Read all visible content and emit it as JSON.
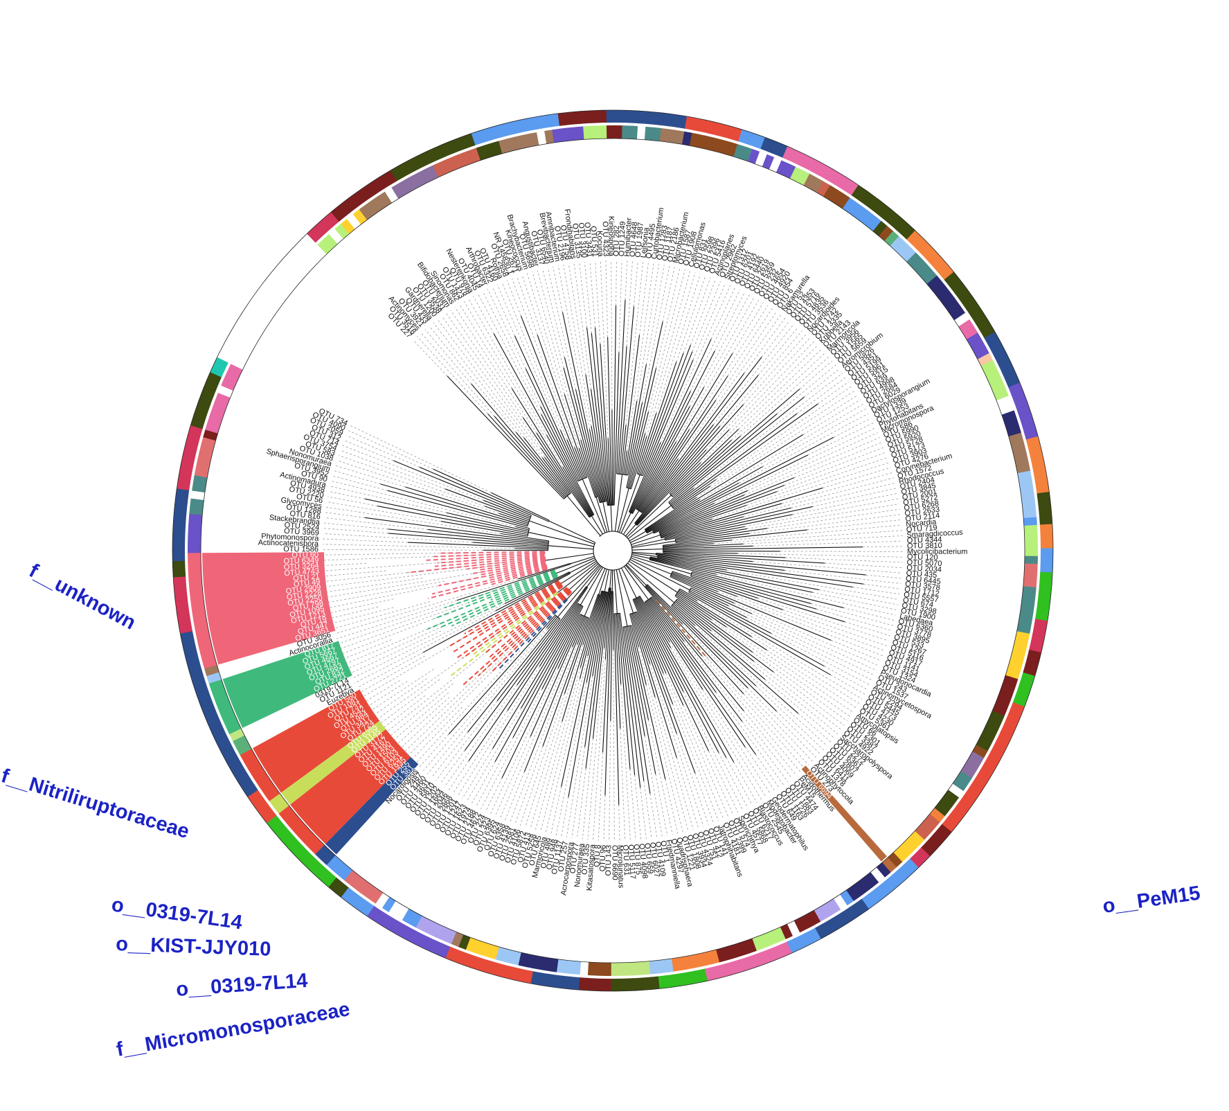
{
  "colors": {
    "unknown": "#ef6678",
    "nitriliruptoraceae": "#3fba7c",
    "order_0319_a": "#e84a3a",
    "kist": "#c8de5a",
    "order_0319_b": "#e84a3a",
    "micromonosporaceae": "#2c4e8e",
    "pem15": "#b86a3c",
    "family_palette": [
      "#5b9bf0",
      "#8c4a1e",
      "#7a1f1e",
      "#cc6150",
      "#a0785c",
      "#e07070",
      "#5bb07a",
      "#3d4a10",
      "#9cc7f5",
      "#b7f07a",
      "#f5823c",
      "#ffd12e",
      "#b0a3ee",
      "#6a52c8",
      "#fac8a5",
      "#c0e682",
      "#e86aa6",
      "#4a8a88",
      "#8a6fa0",
      "#2b2b70"
    ],
    "order_palette": [
      "#5b9bf0",
      "#d4355a",
      "#6a52c8",
      "#7a1f1e",
      "#e84a3a",
      "#3d4a10",
      "#e86aa6",
      "#20c7b0",
      "#30c020",
      "#2c4e8e",
      "#f5823c",
      "#5bb07a"
    ]
  },
  "clade_labels": [
    {
      "key": "unknown",
      "text": "f__unknown"
    },
    {
      "key": "nitriliruptoraceae",
      "text": "f__Nitriliruptoraceae"
    },
    {
      "key": "order_0319_a",
      "text": "o__0319-7L14"
    },
    {
      "key": "kist",
      "text": "o__KIST-JJY010"
    },
    {
      "key": "order_0319_b",
      "text": "o__0319-7L14"
    },
    {
      "key": "micromonosporaceae",
      "text": "f__Micromonosporaceae"
    },
    {
      "key": "pem15",
      "text": "o__PeM15"
    }
  ],
  "clades": [
    {
      "key": "unknown",
      "tips": [
        "OTU 60",
        "OTU 6349",
        "OTU 3264",
        "OTU 4743",
        "OTU 21",
        "OTU 49",
        "OTU 2909",
        "OTU 2228",
        "OTU 2250",
        "OTU 798",
        "OTU 1095",
        "OTU 1213",
        "OTU 19",
        "OTU 447",
        "OTU 3651"
      ]
    },
    {
      "key": "nitriliruptoraceae",
      "tips": [
        "OTU 817",
        "OTU 5667",
        "OTU 4667",
        "OTU 4797",
        "OTU 2683",
        "OTU 832",
        "OTU 2721"
      ]
    },
    {
      "key": "order_0319_a",
      "tips": [
        "OTU 560",
        "OTU 1081",
        "OTU 731",
        "OTU 4542",
        "OTU 984",
        "OTU 3417",
        "OTU 724"
      ]
    },
    {
      "key": "kist",
      "tips": [
        "OTU 6355",
        "OTU 1145"
      ]
    },
    {
      "key": "order_0319_b",
      "tips": [
        "OTU 3172",
        "OTU 4167",
        "OTU 1490",
        "OTU 1503",
        "OTU 6103",
        "OTU 6251",
        "OTU 1935"
      ]
    },
    {
      "key": "micromonosporaceae",
      "tips": [
        "OTU 255",
        "OTU 361"
      ]
    },
    {
      "key": "pem15",
      "tips": [
        "OTU 6694"
      ]
    }
  ],
  "tips": [
    "OTU 227",
    "OTU 3518",
    "Actinomyces",
    "OTU 3921",
    "OTU 433",
    "Gardnerella",
    "OTU 1200",
    "OTU 3538",
    "OTU 2031",
    "Bifidobacterium",
    "Sinomonas",
    "OTU 862",
    "OTU 1423",
    "OTU 978",
    "Nesterenkonia",
    "OTU 4045",
    "OTU 14",
    "Arthrobacter",
    "OTU 6322",
    "OTU 4160",
    "Rothia",
    "OTU 2658",
    "NR 145830.1",
    "OTU 2671",
    "Kineococcus",
    "Brachybacterium",
    "OTU 5698",
    "Angustibacter",
    "OTU 3137",
    "OTU 6540",
    "Brevibacterium",
    "Amnibacterium",
    "OTU 2196",
    "OTU 4758",
    "Frondihabitans",
    "OTU 3135",
    "OTU 3100",
    "OTU 3431",
    "OTU 531",
    "Kocuria",
    "OTU 4323",
    "Kineosporia",
    "OTU 282",
    "OTU 1249",
    "Humibacter",
    "OTU 4648",
    "OTU 1987",
    "Leifsonia",
    "OTU 4495",
    "Curtobacterium",
    "OTU 1283",
    "OTU 1187",
    "OTU 2186",
    "Microbacterium",
    "OTU 1587",
    "OTU 1908",
    "Cellulomonas",
    "OTU 831",
    "OTU 2598",
    "OTU 2396",
    "OTU 5416",
    "Actinoplanes",
    "OTU 2962",
    "Streptomyces",
    "OTU 1312",
    "OTU 6201",
    "OTU 4192",
    "OTU 6440",
    "OTU 2619",
    "OTU 5359",
    "OTU 232",
    "OTU 4654",
    "OTU 4920",
    "OTU 854",
    "OTU 6",
    "Nakamurella",
    "OTU 52",
    "OTU 4353",
    "OTU 5716",
    "OTU 4835",
    "OTU 3536",
    "Nocardioides",
    "OTU 1742",
    "OTU 3335",
    "Kribbella",
    "OTU 2143",
    "Marmoricola",
    "OTU 3956",
    "OTU 1565",
    "OTU 5659",
    "Aeromicrobium",
    "OTU 5826",
    "OTU 4351",
    "OTU 5199",
    "OTU 5961",
    "OTU 3215",
    "OTU 639",
    "OTU 4998",
    "OTU 2684",
    "OTU 6029",
    "Dactylosporangium",
    "OTU 1339",
    "OTU 1253",
    "Phytohabitans",
    "Micromonospora",
    "OTU 586",
    "OTU 5990",
    "OTU 5920",
    "OTU 5728",
    "OTU 5173",
    "OTU 3903",
    "OTU 4276",
    "Corynebacterium",
    "OTU 1572",
    "Rhodococcus",
    "OTU 2404",
    "OTU 3845",
    "OTU 2001",
    "OTU 5272",
    "OTU 6268",
    "OTU 2633",
    "OTU 2114",
    "Nocardia",
    "OTU 719",
    "Smaragdicoccus",
    "OTU 4344",
    "OTU 3810",
    "Mycolicibacterium",
    "OTU 120",
    "OTU 5070",
    "OTU 2034",
    "OTU 435",
    "OTU 6445",
    "OTU 3578",
    "OTU 1712",
    "OTU 5557",
    "OTU 674",
    "OTU 3298",
    "OTU 1900",
    "Labedaea",
    "OTU 6360",
    "OTU 3778",
    "OTU 3895",
    "OTU 533",
    "OTU 1267",
    "OTU 5116",
    "OTU 4917",
    "OTU 1141",
    "OTU 3154",
    "OTU 1324",
    "Pseudonocardia",
    "OTU 243",
    "OTU 1537",
    "Actinomycetospora",
    "OTU 2294",
    "OTU 5445",
    "OTU 4773",
    "OTU 4230",
    "OTU 5361",
    "Amycolatopsis",
    "OTU 66",
    "OTU 2301",
    "OTU 3387",
    "OTU 4922",
    "Saccharopolyspora",
    "OTU 2272",
    "OTU 6361",
    "OTU 2807",
    "OTU 4069",
    "OTU 6411",
    "OTU 1378",
    "Actinophytocola",
    "OTU 273",
    "OTU 6694",
    "Acidothermus",
    "PeM15",
    "OTU 4474",
    "OTU 1883",
    "OTU 1226",
    "OTU 1163",
    "OTU 649",
    "Geodermatophilus",
    "Modestobacter",
    "OTU 2545",
    "Blastococcus",
    "OTU 6217",
    "OTU 5868",
    "OTU 4577",
    "Sporichthya",
    "OTU 574",
    "OTU 2399",
    "OTU 4181",
    "Jatrophihabitans",
    "OTU 141",
    "OTU 412",
    "OTU 751",
    "OTU 4324",
    "OTU 3934",
    "OTU 1808",
    "OTU 1221",
    "Quadrisphaera",
    "OTU 4297",
    "Friedmanniella",
    "OTU 1",
    "OTU 4109",
    "OTU 6027",
    "OTU 659",
    "OTU 4098",
    "OTU 875",
    "OTU 5117",
    "OTU 631",
    "Microlunatus",
    "OTU 6690",
    "OTU 143",
    "OTU 96",
    "OTU 8",
    "Kitasatospora",
    "OTU 335",
    "Nonomuraea",
    "OTU 277",
    "Acrocarpospora",
    "OTU 257",
    "OTU 1137",
    "OTU 948",
    "OTU 489",
    "Marmoricola",
    "OTU 645",
    "OTU 5258",
    "OTU 413",
    "OTU 5872",
    "OTU 4106",
    "OTU 2581",
    "OTU 4139",
    "OTU 6358",
    "OTU 624",
    "OTU 6395",
    "OTU 323",
    "OTU 224",
    "OTU 4672",
    "OTU 2188",
    "OTU 1974",
    "OTU 1623",
    "OTU 1247",
    "OTU 1201",
    "OTU 2868",
    "OTU 2046",
    "OTU 1664",
    "OTU 1202",
    "OTU 5810",
    "OTU 3631",
    "OTU 4460",
    "OTU 2487",
    "Nocardiopsis",
    "OTU 361",
    "OTU 255",
    "OTU 1935",
    "OTU 6251",
    "OTU 6103",
    "OTU 1503",
    "OTU 1490",
    "OTU 4167",
    "OTU 3172",
    "OTU 1145",
    "OTU 6355",
    "OTU 724",
    "OTU 3417",
    "OTU 984",
    "OTU 4542",
    "OTU 731",
    "OTU 1081",
    "OTU 560",
    "Euzebya",
    "OTU 1121",
    "0319-7L14",
    "OTU 2721",
    "OTU 832",
    "OTU 2683",
    "OTU 4797",
    "OTU 4667",
    "OTU 5667",
    "OTU 817",
    "Actinocorallia",
    "OTU 3056",
    "OTU 3651",
    "OTU 447",
    "OTU 19",
    "OTU 1213",
    "OTU 1095",
    "OTU 798",
    "OTU 2250",
    "OTU 2228",
    "OTU 2909",
    "OTU 49",
    "OTU 21",
    "OTU 4743",
    "OTU 3264",
    "OTU 6349",
    "OTU 60",
    "OTU 1586",
    "Actinocatenispora",
    "Phytomonospora",
    "OTU 3969",
    "OTU 2524",
    "Stackebrandtia",
    "OTU 816",
    "OTU 1288",
    "Glycomyces",
    "OTU 56",
    "OTU 2220",
    "OTU 4938",
    "Actinomadura",
    "OTU 90",
    "OTU 3952",
    "Sphaerisporangium",
    "Nonomuraea",
    "OTU 1038",
    "OTU 583",
    "OTU 3754",
    "OTU 714",
    "OTU 312",
    "OTU 2059",
    "OTU 4090",
    "OTU 734"
  ]
}
